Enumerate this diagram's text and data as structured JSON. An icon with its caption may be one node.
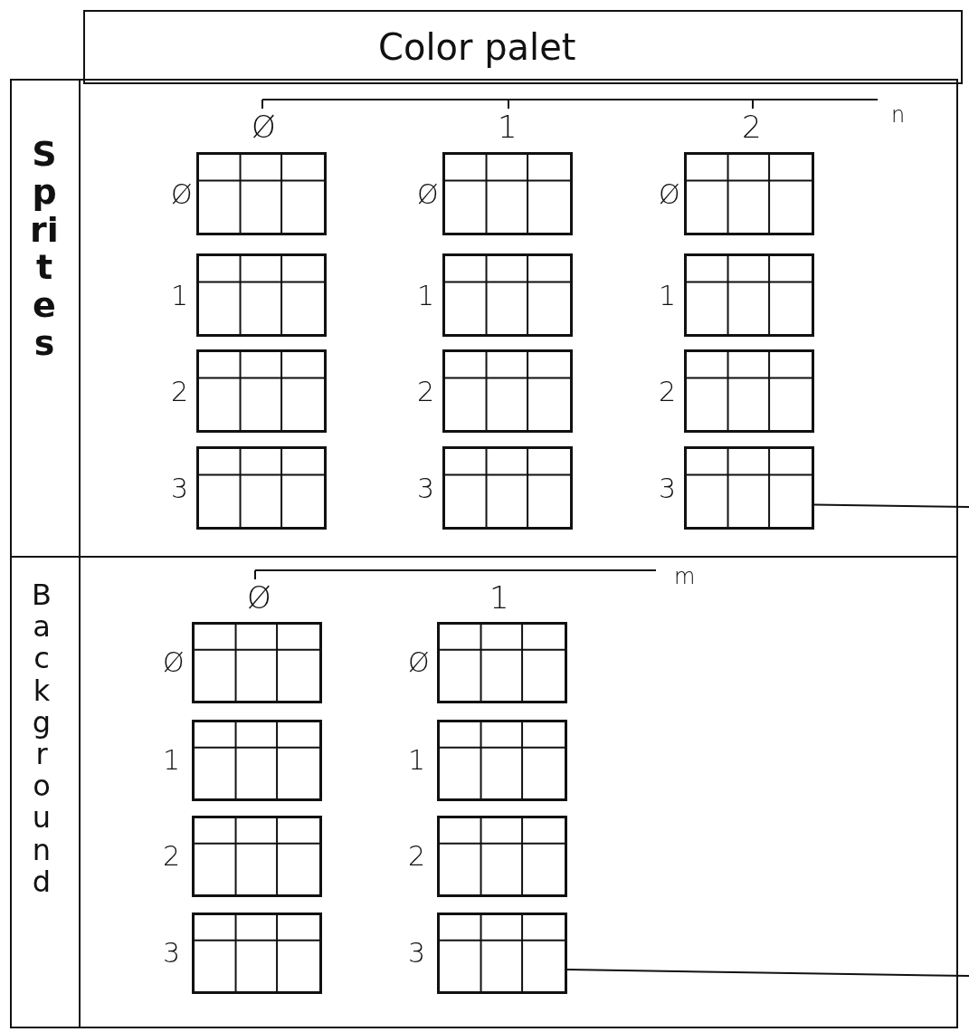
{
  "diagram": {
    "nodes": [
      {
        "text": [],
        "shape": "box"
      },
      {
        "text": [],
        "shape": "box"
      },
      {
        "text": [],
        "shape": "box"
      },
      {
        "text": [],
        "shape": "box"
      },
      {
        "text": [],
        "shape": "box"
      },
      {
        "text": [],
        "shape": "box"
      },
      {
        "text": [],
        "shape": "box"
      },
      {
        "text": [],
        "shape": "box"
      },
      {
        "text": [],
        "shape": "box"
      },
      {
        "text": [],
        "shape": "box"
      },
      {
        "text": [],
        "shape": "box"
      },
      {
        "text": [],
        "shape": "box"
      },
      {
        "text": [],
        "shape": "box"
      },
      {
        "text": [],
        "shape": "box"
      },
      {
        "text": [],
        "shape": "box"
      },
      {
        "text": [],
        "shape": "box"
      },
      {
        "text": [],
        "shape": "box"
      },
      {
        "text": [],
        "shape": "box"
      },
      {
        "text": [],
        "shape": "box"
      },
      {
        "text": [],
        "shape": "box"
      }
    ],
    "edges": [
      {
        "from": null,
        "to": 11,
        "arrow": "none"
      },
      {
        "from": null,
        "to": 19,
        "arrow": "none"
      }
    ],
    "labels": [
      "Color palet",
      "Sprites",
      "Ø",
      "1",
      "2",
      "n",
      "Ø",
      "Ø",
      "Ø",
      "1",
      "1",
      "1",
      "2",
      "2",
      "2",
      "3",
      "3",
      "3",
      "Background",
      "Ø",
      "1",
      "m",
      "Ø",
      "Ø",
      "1",
      "1",
      "2",
      "2",
      "3",
      "3"
    ]
  }
}
